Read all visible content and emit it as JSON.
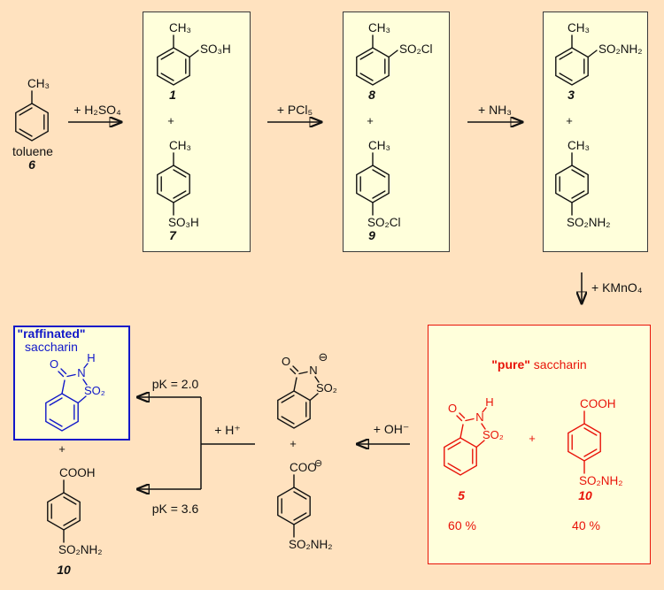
{
  "colors": {
    "background": "#ffe2bf",
    "panel_fill": "#ffffdb",
    "panel_border": "#3a3a3a",
    "black": "#111111",
    "red": "#e81309",
    "blue": "#1118c9"
  },
  "toluene": {
    "methyl": "CH₃",
    "name": "toluene",
    "number": "6"
  },
  "step1": {
    "reagent": "+ H₂SO₄"
  },
  "box1": {
    "ortho": {
      "methyl": "CH₃",
      "substituent": "SO₃H",
      "number": "1"
    },
    "plus": "+",
    "para": {
      "methyl": "CH₃",
      "substituent": "SO₃H",
      "number": "7"
    }
  },
  "step2": {
    "reagent": "+ PCl₅"
  },
  "box2": {
    "ortho": {
      "methyl": "CH₃",
      "substituent": "SO₂Cl",
      "number": "8"
    },
    "plus": "+",
    "para": {
      "methyl": "CH₃",
      "substituent": "SO₂Cl",
      "number": "9"
    }
  },
  "step3": {
    "reagent": "+ NH₃"
  },
  "box3": {
    "ortho": {
      "methyl": "CH₃",
      "substituent": "SO₂NH₂",
      "number": "3"
    },
    "plus": "+",
    "para": {
      "methyl": "CH₃",
      "substituent": "SO₂NH₂"
    }
  },
  "step4": {
    "reagent": "+ KMnO₄"
  },
  "pure_box": {
    "title_bold": "\"pure\"",
    "title_rest": " saccharin",
    "saccharin": {
      "o": "O",
      "h": "H",
      "n": "N",
      "so2": "SO₂",
      "number": "5",
      "yield": "60 %"
    },
    "plus": "+",
    "sulfamoylbenzoic": {
      "top": "COOH",
      "bottom": "SO₂NH₂",
      "number": "10",
      "yield": "40 %"
    }
  },
  "hydrolysis": {
    "reagent": "+ OH⁻"
  },
  "anions": {
    "saccharinate": {
      "o": "O",
      "minus": "⊖",
      "n": "N",
      "so2": "SO₂"
    },
    "plus": "+",
    "carboxylate": {
      "top": "COO",
      "charge": "⊖",
      "bottom": "SO₂NH₂"
    }
  },
  "protonation": {
    "reagent": "+ H⁺",
    "pk_saccharin": "pK = 2.0",
    "pk_acid": "pK = 3.6"
  },
  "raffinated_box": {
    "title_bold": "\"raffinated\"",
    "title_rest": "saccharin",
    "saccharin": {
      "o": "O",
      "h": "H",
      "n": "N",
      "so2": "SO₂"
    }
  },
  "plus_products": "+",
  "sulfamoylbenzoic_free": {
    "top": "COOH",
    "bottom": "SO₂NH₂",
    "number": "10"
  }
}
